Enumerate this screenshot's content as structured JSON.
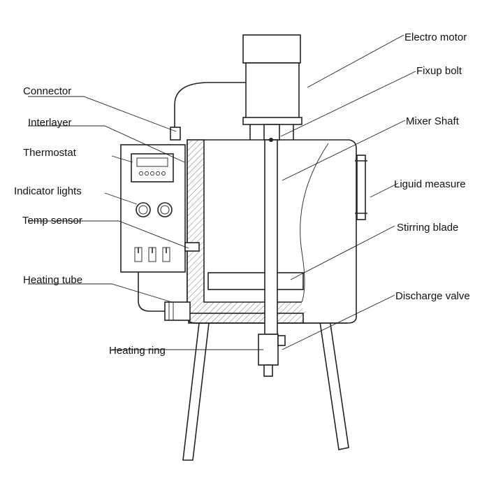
{
  "labels": {
    "electro_motor": "Electro motor",
    "fixup_bolt": "Fixup bolt",
    "mixer_shaft": "Mixer Shaft",
    "liquid_measure": "Liguid measure",
    "stirring_blade": "Stirring blade",
    "discharge_valve": "Discharge valve",
    "connector": "Connector",
    "interlayer": "Interlayer",
    "thermostat": "Thermostat",
    "indicator_lights": "Indicator lights",
    "temp_sensor": "Temp sensor",
    "heating_tube": "Heating tube",
    "heating_ring": "Heating ring"
  }
}
